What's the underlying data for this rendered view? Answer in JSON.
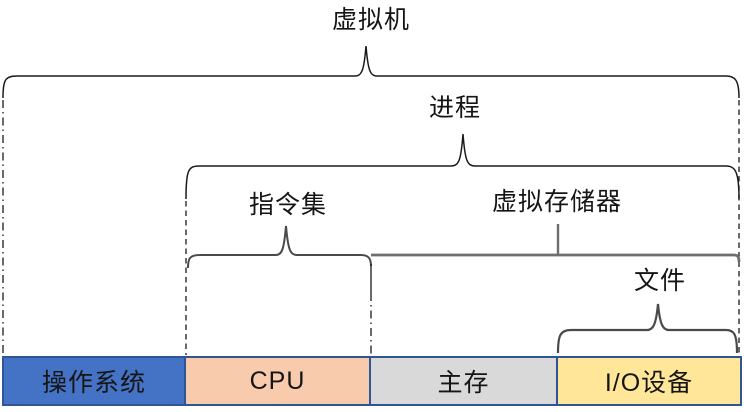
{
  "diagram": {
    "labels": {
      "virtual_machine": "虚拟机",
      "process": "进程",
      "instruction_set": "指令集",
      "virtual_memory": "虚拟存储器",
      "files": "文件"
    },
    "hardware": [
      {
        "id": "operating-system",
        "label": "操作系统",
        "color": "#4472C4"
      },
      {
        "id": "cpu",
        "label": "CPU",
        "color": "#F8CBAD"
      },
      {
        "id": "main-memory",
        "label": "主存",
        "color": "#D9D9D9"
      },
      {
        "id": "io-devices",
        "label": "I/O设备",
        "color": "#FFE699"
      }
    ],
    "colors": {
      "box_border": "#2F5597",
      "brace_dark": "#1a1a1a",
      "brace_gray": "#4a4a4a",
      "memory_line_gray": "#6e6e6e"
    }
  }
}
